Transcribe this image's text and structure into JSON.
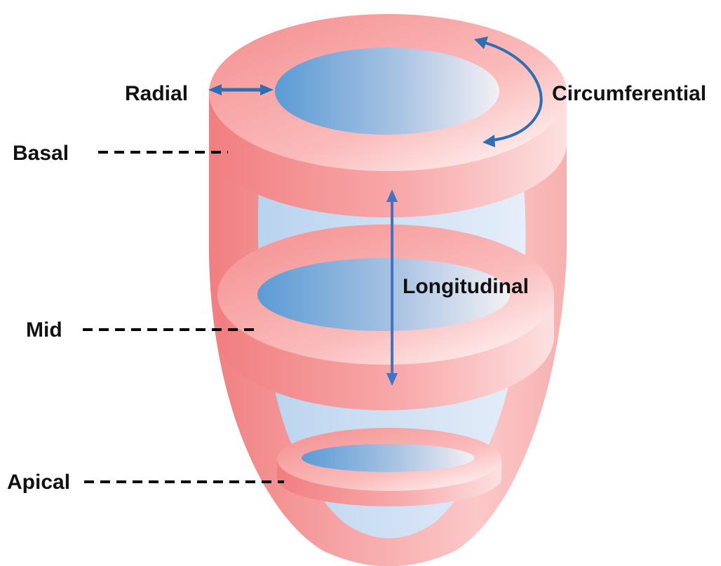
{
  "labels": {
    "radial": "Radial",
    "circumferential": "Circumferential",
    "longitudinal": "Longitudinal",
    "basal": "Basal",
    "mid": "Mid",
    "apical": "Apical"
  },
  "colors": {
    "wall": "#f6a7a7",
    "wall_dark": "#f08a8a",
    "wall_light": "#ffe9e9",
    "cavity": "#5b9bd5",
    "cavity_light": "#e8eef8",
    "arrow": "#2e6eb5",
    "leader": "#000000"
  }
}
